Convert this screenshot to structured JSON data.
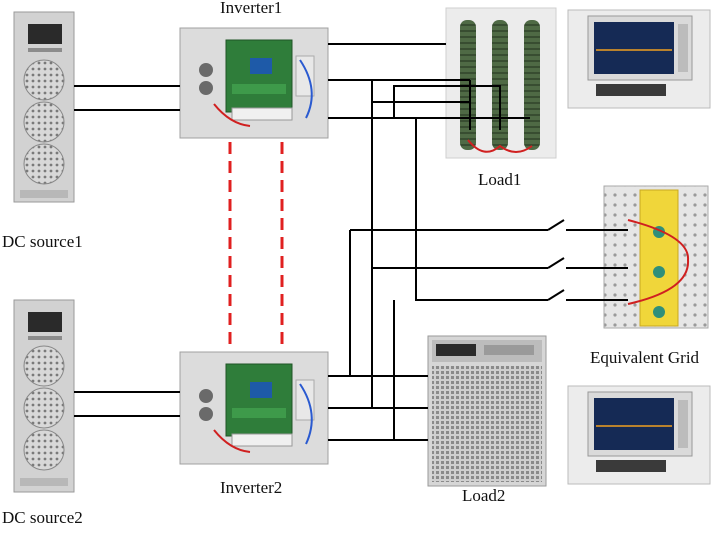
{
  "labels": {
    "inverter1": "Inverter1",
    "inverter2": "Inverter2",
    "load1": "Load1",
    "load2": "Load2",
    "dc_source1": "DC source1",
    "dc_source2": "DC source2",
    "equivalent_grid": "Equivalent Grid"
  },
  "colors": {
    "wire": "#000000",
    "comm_link": "#e02020",
    "cabinet": "#dcdcdc",
    "pcb": "#2f7d3a",
    "resistor": "#4f6a45",
    "grid_panel": "#f0d63a",
    "scope_screen": "#152a55"
  },
  "icons": {
    "dc_source": "power-supply-icon",
    "inverter": "inverter-cabinet-icon",
    "load1": "resistor-bank-icon",
    "load2": "electronic-load-icon",
    "grid": "grid-panel-icon",
    "scope": "oscilloscope-icon"
  }
}
